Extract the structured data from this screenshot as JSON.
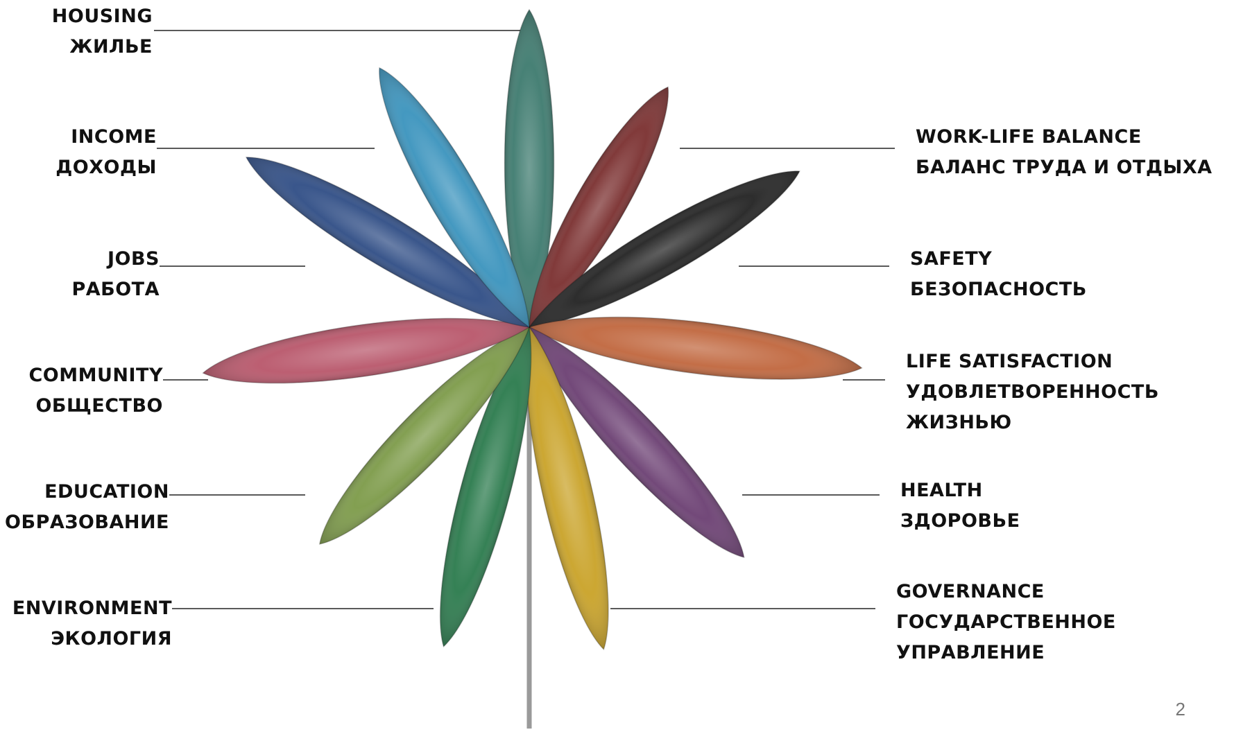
{
  "labels": {
    "housing": {
      "en": "HOUSING",
      "ru": "ЖИЛЬЕ"
    },
    "income": {
      "en": "INCOME",
      "ru": "ДОХОДЫ"
    },
    "jobs": {
      "en": "JOBS",
      "ru": "РАБОТА"
    },
    "community": {
      "en": "COMMUNITY",
      "ru": "ОБЩЕСТВО"
    },
    "education": {
      "en": "EDUCATION",
      "ru": "ОБРАЗОВАНИЕ"
    },
    "environment": {
      "en": "ENVIRONMENT",
      "ru": "ЭКОЛОГИЯ"
    },
    "work_life_balance": {
      "en": "WORK-LIFE BALANCE",
      "ru": "БАЛАНС ТРУДА И ОТДЫХА"
    },
    "safety": {
      "en": "SAFETY",
      "ru": "БЕЗОПАСНОСТЬ"
    },
    "life_satisfaction": {
      "en": "LIFE SATISFACTION",
      "ru1": "УДОВЛЕТВОРЕННОСТЬ",
      "ru2": "ЖИЗНЬЮ"
    },
    "health": {
      "en": "HEALTH",
      "ru": "ЗДОРОВЬЕ"
    },
    "governance": {
      "en": "GOVERNANCE",
      "ru1": "ГОСУДАРСТВЕННОЕ",
      "ru2": "УПРАВЛЕНИЕ"
    }
  },
  "petal_colors": {
    "housing": "#3d7a6e",
    "income": "#3a93bd",
    "jobs": "#2f4d85",
    "community": "#b8566a",
    "education": "#7c9a48",
    "environment": "#2a7a4c",
    "governance": "#c9a227",
    "health": "#6b3f72",
    "life_satisfaction": "#c0663d",
    "safety": "#222222",
    "work_life_balance": "#7a2f2f"
  },
  "page_number": "2"
}
